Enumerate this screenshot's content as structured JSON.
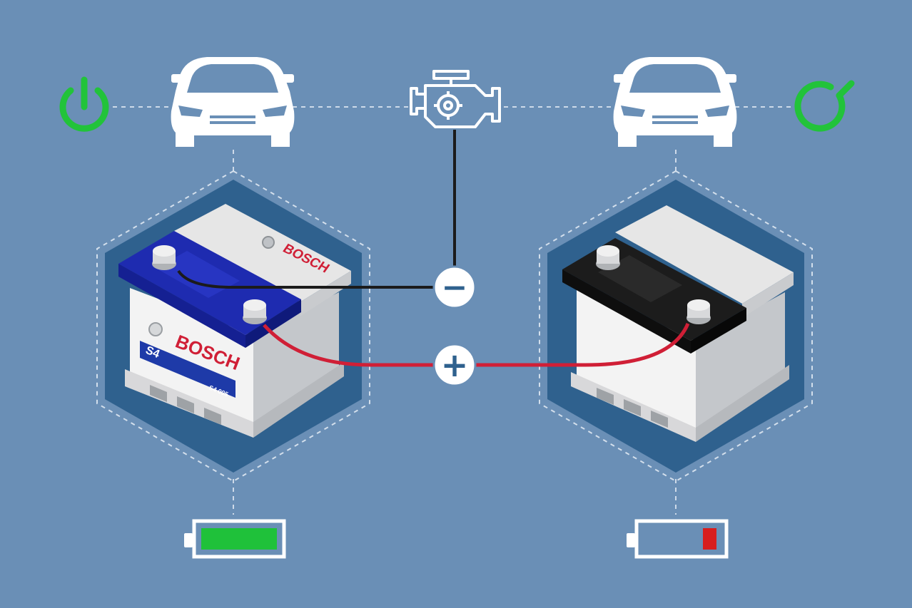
{
  "donor_battery": {
    "brand_top": "BOSCH",
    "brand_front": "BOSCH",
    "model_badge": "S4",
    "model_code": "S4 005",
    "charge_level": 1.0
  },
  "dead_battery": {
    "charge_level": 0.18
  },
  "cables": {
    "negative_symbol": "−",
    "positive_symbol": "+"
  },
  "colors": {
    "background": "#6a8fb6",
    "hexagon": "#2f618e",
    "power_icon": "#22c33a",
    "charge_full": "#1fc13a",
    "charge_low": "#d81e1e",
    "cable_positive": "#d01f36",
    "cable_negative": "#1b1b1b",
    "donor_lid": "#1e2bb0",
    "dead_lid": "#1c1c1c"
  },
  "icons": {
    "left_power": "power-on-icon",
    "right_power": "power-restart-icon",
    "left_car": "car-front-icon",
    "right_car": "car-front-icon",
    "engine": "engine-check-icon"
  }
}
